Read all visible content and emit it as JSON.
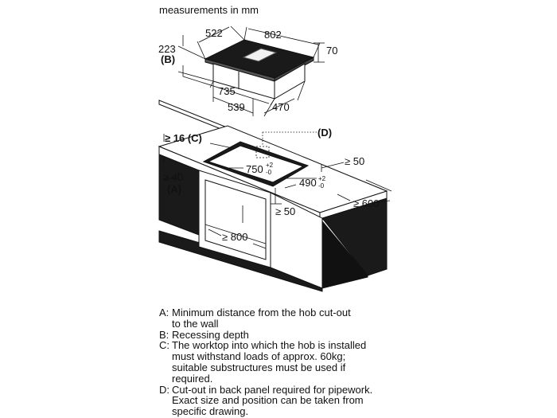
{
  "header": {
    "title": "measurements in mm"
  },
  "dimensions": {
    "top_width": "522",
    "top_length": "802",
    "height": "70",
    "recess_depth": "223",
    "recess_key": "(B)",
    "inner_width": "735",
    "inner_depth_1": "539",
    "inner_depth_2": "470",
    "worktop_key": "≥ 16 (C)",
    "backpanel_key": "(D)",
    "cutout_width": "750",
    "cutout_width_tol_plus": "+2",
    "cutout_width_tol_minus": "-0",
    "cutout_depth": "490",
    "cutout_depth_tol_plus": "+2",
    "cutout_depth_tol_minus": "-0",
    "back_gap": "≥ 50",
    "front_gap": "≥ 50",
    "wall_min": "≥ 40",
    "wall_key": "(A)",
    "worktop_depth": "≥ 600",
    "cabinet_width": "≥ 800"
  },
  "legend": [
    {
      "key": "A:",
      "lines": [
        "Minimum distance from the hob cut-out",
        "to the wall"
      ]
    },
    {
      "key": "B:",
      "lines": [
        "Recessing depth"
      ]
    },
    {
      "key": "C:",
      "lines": [
        "The worktop into which the hob is installed",
        "must withstand loads of approx. 60kg;",
        "suitable substructures must be used if",
        "required."
      ]
    },
    {
      "key": "D:",
      "lines": [
        "Cut-out in back panel required for pipework.",
        "Exact size and position can be taken from",
        "specific drawing."
      ]
    }
  ]
}
